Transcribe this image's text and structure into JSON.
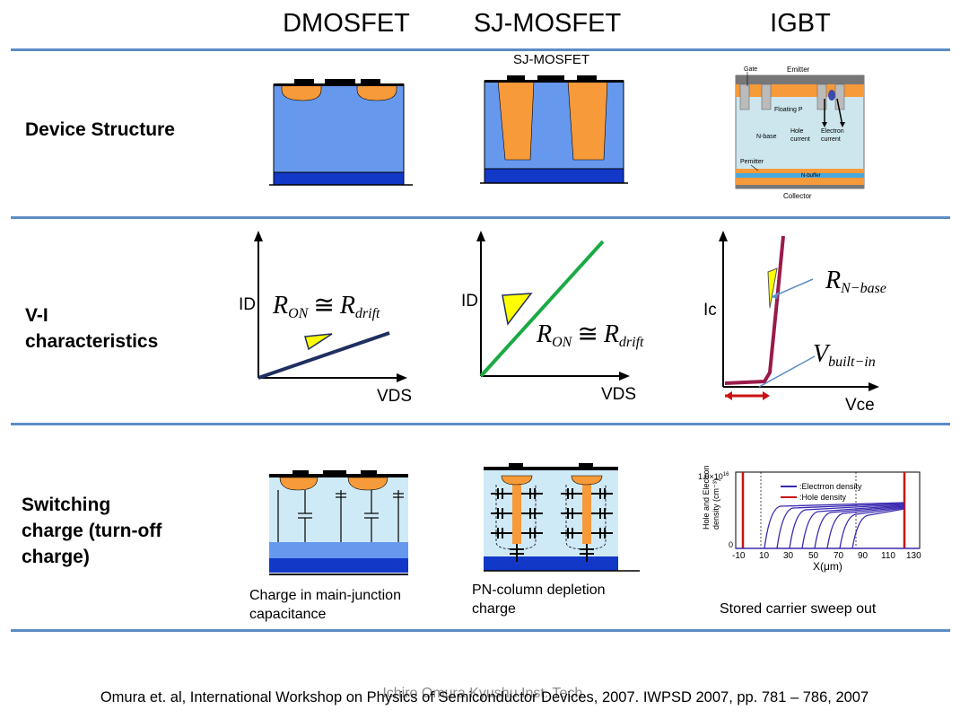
{
  "columns": {
    "dmosfet": "DMOSFET",
    "sjmosfet": "SJ-MOSFET",
    "igbt": "IGBT"
  },
  "rows": {
    "structure": "Device Structure",
    "vi_line1": "V-I",
    "vi_line2": "characteristics",
    "switch_line1": "Switching",
    "switch_line2": "charge (turn-off",
    "switch_line3": "charge)"
  },
  "structure": {
    "sj_label": "SJ-MOSFET",
    "igbt": {
      "gate": "Gate",
      "emitter": "Emitter",
      "floating_p": "Floating P",
      "nbase": "N-base",
      "hole1": "Hole",
      "hole2": "current",
      "electron1": "Electron",
      "electron2": "current",
      "pemitter": "Pemitter",
      "nbuffer": "N-buffer",
      "collector": "Collector"
    }
  },
  "vi": {
    "dmos_ylabel": "ID",
    "dmos_xlabel": "VDS",
    "sj_ylabel": "ID",
    "sj_xlabel": "VDS",
    "igbt_ylabel": "Ic",
    "igbt_xlabel": "Vce",
    "r_on": "R",
    "r_on_sub": "ON",
    "approx": "≅",
    "r_drift": "R",
    "r_drift_sub": "drift",
    "r_nbase": "R",
    "r_nbase_sub": "N−base",
    "v_builtin": "V",
    "v_builtin_sub": "built−in"
  },
  "switching": {
    "dmos_caption1": "Charge in main-junction",
    "dmos_caption2": "capacitance",
    "sj_caption1": "PN-column depletion",
    "sj_caption2": "charge",
    "igbt_caption": "Stored carrier sweep out",
    "plot": {
      "ymax_label": "1.0×10",
      "ymax_exp": "16",
      "y0_label": "0",
      "ylabel1": "Hole and Electron",
      "ylabel2": "density (cm⁻³)",
      "xlabel": "X(μm)",
      "xticks": [
        "-10",
        "10",
        "30",
        "50",
        "70",
        "90",
        "110",
        "130"
      ],
      "legend_electron": ":Electrron density",
      "legend_hole": ":Hole density"
    }
  },
  "footer": {
    "citation": "Omura et. al, International Workshop on Physics of Semiconductor Devices, 2007. IWPSD 2007, pp. 781 – 786, 2007",
    "watermark": "Ichiro Omura Kyushu Inst. Tech."
  },
  "colors": {
    "divider": "#5b8cc5",
    "n_region": "#6699ee",
    "p_region": "#f79a3a",
    "substrate": "#1238c8",
    "igbt_base": "#cde6ee",
    "dmos_line": "#1f2f5f",
    "sj_line": "#1aaa44",
    "igbt_curve": "#9a1a4a",
    "triangle": "#ffff00",
    "electron_curve": "#3a2ab0",
    "hole_curve": "#cc1111"
  }
}
